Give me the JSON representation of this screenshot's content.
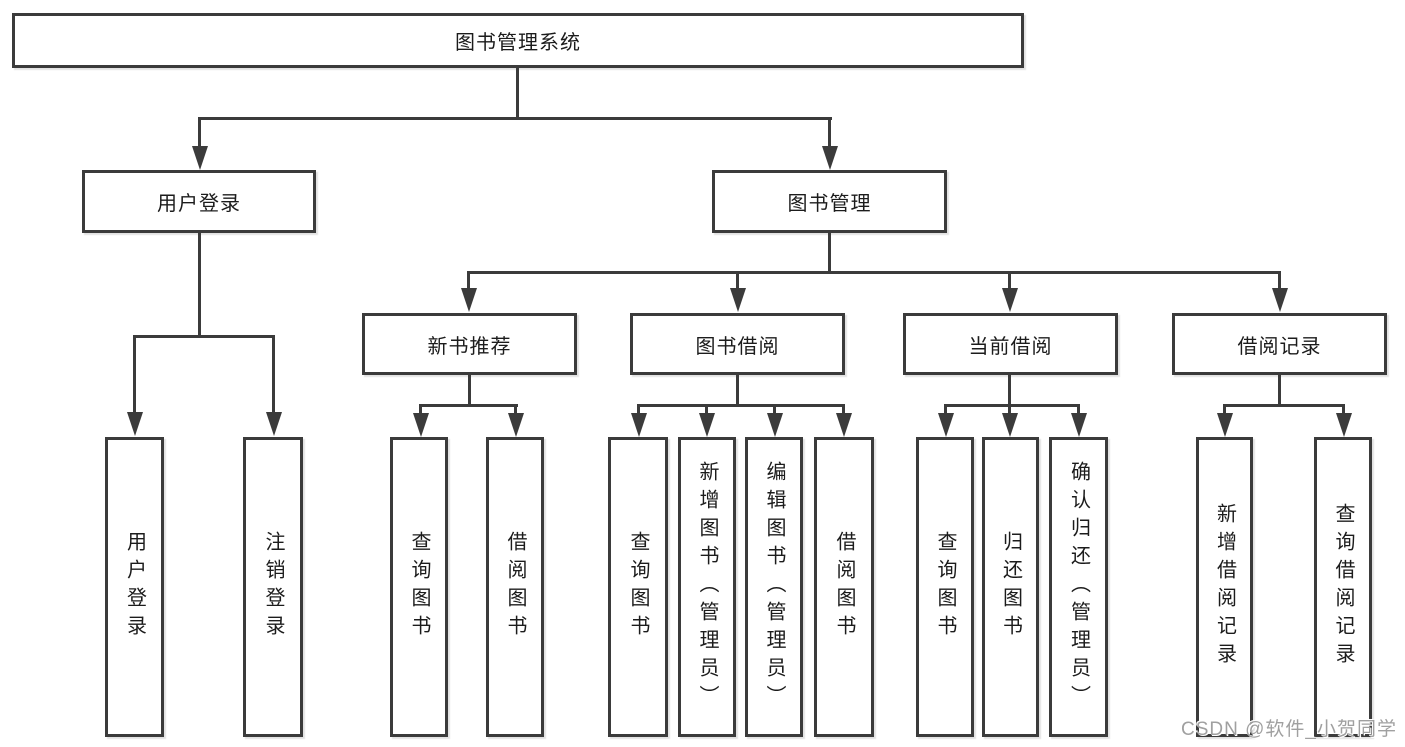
{
  "tree": {
    "root": "图书管理系统",
    "branches": [
      {
        "label": "用户登录",
        "leaves": [
          "用户登录",
          "注销登录"
        ]
      },
      {
        "label": "图书管理",
        "groups": [
          {
            "label": "新书推荐",
            "leaves": [
              "查询图书",
              "借阅图书"
            ]
          },
          {
            "label": "图书借阅",
            "leaves": [
              "查询图书",
              "新增图书（管理员）",
              "编辑图书（管理员）",
              "借阅图书"
            ]
          },
          {
            "label": "当前借阅",
            "leaves": [
              "查询图书",
              "归还图书",
              "确认归还（管理员）"
            ]
          },
          {
            "label": "借阅记录",
            "leaves": [
              "新增借阅记录",
              "查询借阅记录"
            ]
          }
        ]
      }
    ]
  },
  "watermark": {
    "text": "CSDN @软件_小贺同学"
  },
  "colors": {
    "background": "#ffffff",
    "line": "#3b3b3b",
    "box_border": "#3b3b3b",
    "text": "#1c1c1c",
    "watermark": "#a0a0a0"
  }
}
